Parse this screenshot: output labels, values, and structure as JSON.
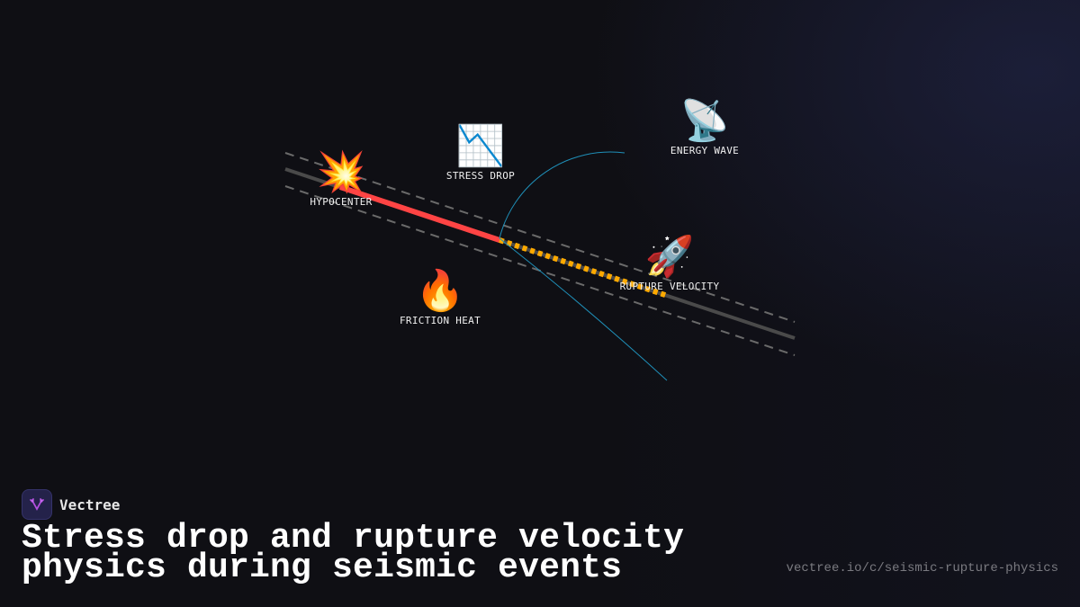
{
  "diagram": {
    "nodes": [
      {
        "id": "hypocenter",
        "icon": "collision-icon",
        "emoji": "💥",
        "label": "HYPOCENTER"
      },
      {
        "id": "stress-drop",
        "icon": "chart-decreasing-icon",
        "emoji": "📉",
        "label": "STRESS DROP"
      },
      {
        "id": "energy-wave",
        "icon": "satellite-antenna-icon",
        "emoji": "📡",
        "label": "ENERGY WAVE"
      },
      {
        "id": "rupture-velocity",
        "icon": "rocket-icon",
        "emoji": "🚀",
        "label": "RUPTURE VELOCITY"
      },
      {
        "id": "friction-heat",
        "icon": "fire-icon",
        "emoji": "🔥",
        "label": "FRICTION HEAT"
      }
    ],
    "colors": {
      "fault_line": "#4a4a4a",
      "fault_bounds": "#6a6a6a",
      "ruptured_segment": "#ff4444",
      "propagating_segment": "#ffaa00",
      "wavefront": "#1f8fb8"
    }
  },
  "brand": {
    "name": "Vectree",
    "logo_icon": "vectree-logo-icon"
  },
  "title": {
    "line1": "Stress drop and rupture velocity",
    "line2": "physics during seismic events"
  },
  "footer": {
    "url": "vectree.io/c/seismic-rupture-physics"
  }
}
